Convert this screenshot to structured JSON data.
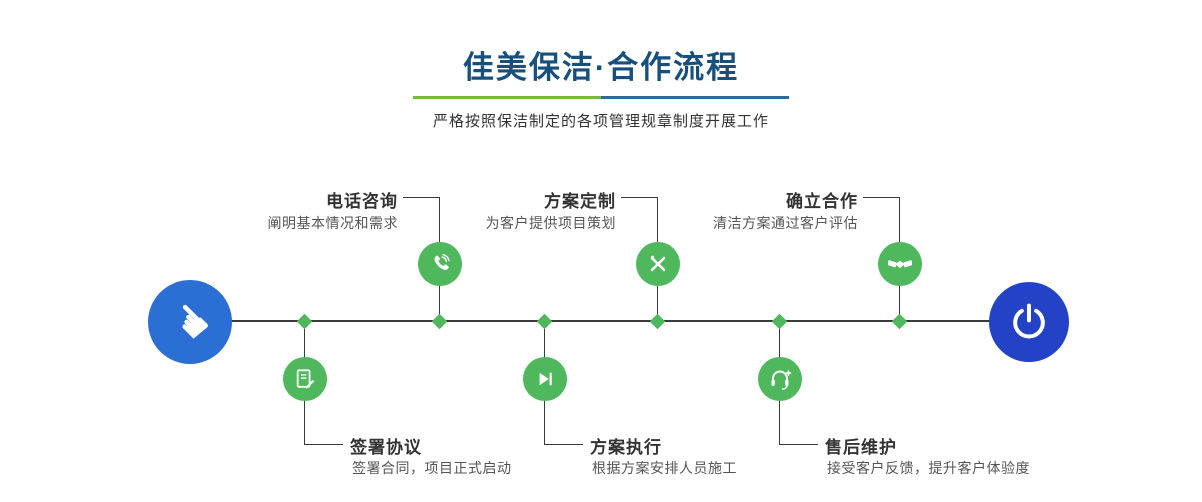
{
  "header": {
    "title": "佳美保洁·合作流程",
    "subtitle": "严格按照保洁制定的各项管理规章制度开展工作"
  },
  "flow": {
    "start_endpoint": {
      "icon": "pointer-hand-icon"
    },
    "end_endpoint": {
      "icon": "power-icon"
    },
    "top_steps": [
      {
        "label": "电话咨询",
        "desc": "阐明基本情况和需求",
        "icon": "phone-ring-icon"
      },
      {
        "label": "方案定制",
        "desc": "为客户提供项目策划",
        "icon": "design-tools-icon"
      },
      {
        "label": "确立合作",
        "desc": "清洁方案通过客户评估",
        "icon": "handshake-icon"
      }
    ],
    "bottom_steps": [
      {
        "label": "签署协议",
        "desc": "签署合同，项目正式启动",
        "icon": "contract-sign-icon"
      },
      {
        "label": "方案执行",
        "desc": "根据方案安排人员施工",
        "icon": "play-next-icon"
      },
      {
        "label": "售后维护",
        "desc": "接受客户反馈，提升客户体验度",
        "icon": "headset-support-icon"
      }
    ]
  },
  "colors": {
    "title_blue": "#17507d",
    "divider_green": "#76b843",
    "divider_blue": "#2b6a9b",
    "step_green": "#4fb85c",
    "start_blue": "#2c6fd4",
    "end_blue": "#2342c5",
    "line_gray": "#3a3a3a"
  }
}
